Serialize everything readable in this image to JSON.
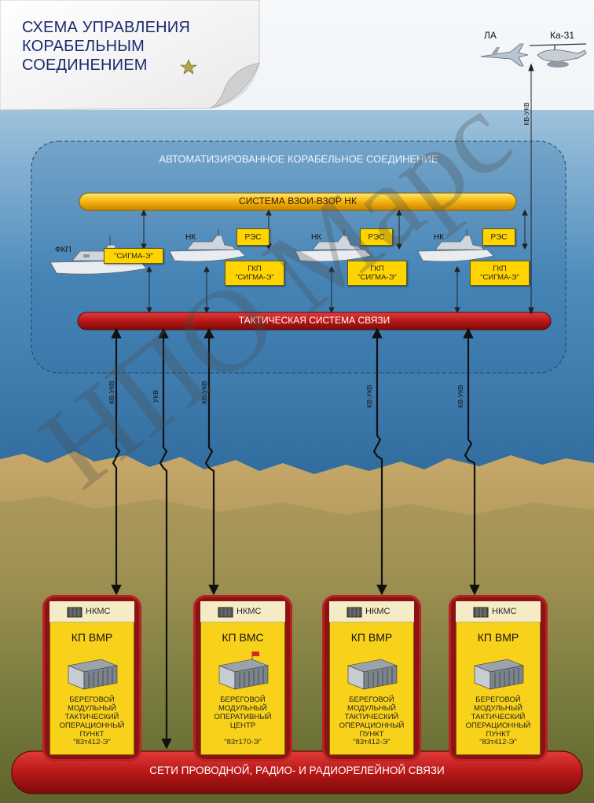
{
  "title": [
    "СХЕМА УПРАВЛЕНИЯ",
    "КОРАБЕЛЬНЫМ",
    "СОЕДИНЕНИЕМ"
  ],
  "aircraft": {
    "la": "ЛА",
    "ka31": "Ка-31"
  },
  "link_labels": {
    "air": "КВ-УКВ",
    "kv_ukv": "КВ-УКВ",
    "ukv": "УКВ"
  },
  "group": {
    "title": "АВТОМАТИЗИРОВАННОЕ КОРАБЕЛЬНОЕ СОЕДИНЕНИЕ",
    "vzoi": "СИСТЕМА ВЗОИ-ВЗОР НК",
    "tactical": "ТАКТИЧЕСКАЯ СИСТЕМА СВЯЗИ"
  },
  "ships": [
    {
      "label": "ФКП",
      "box": "\"СИГМА-Э\""
    },
    {
      "label": "НК",
      "res": "РЭС",
      "gkp": "ГКП",
      "box": "\"СИГМА-Э\""
    },
    {
      "label": "НК",
      "res": "РЭС",
      "gkp": "ГКП",
      "box": "\"СИГМА-Э\""
    },
    {
      "label": "НК",
      "res": "РЭС",
      "gkp": "ГКП",
      "box": "\"СИГМА-Э\""
    }
  ],
  "command_posts": [
    {
      "nkms": "НКМС",
      "title": "КП ВМР",
      "desc": [
        "БЕРЕГОВОЙ",
        "МОДУЛЬНЫЙ",
        "ТАКТИЧЕСКИЙ",
        "ОПЕРАЦИОННЫЙ",
        "ПУНКТ"
      ],
      "code": "\"83т412-Э\""
    },
    {
      "nkms": "НКМС",
      "title": "КП ВМС",
      "desc": [
        "БЕРЕГОВОЙ",
        "МОДУЛЬНЫЙ",
        "ОПЕРАТИВНЫЙ",
        "ЦЕНТР"
      ],
      "code": "\"83т170-Э\""
    },
    {
      "nkms": "НКМС",
      "title": "КП ВМР",
      "desc": [
        "БЕРЕГОВОЙ",
        "МОДУЛЬНЫЙ",
        "ТАКТИЧЕСКИЙ",
        "ОПЕРАЦИОННЫЙ",
        "ПУНКТ"
      ],
      "code": "\"83т412-Э\""
    },
    {
      "nkms": "НКМС",
      "title": "КП ВМР",
      "desc": [
        "БЕРЕГОВОЙ",
        "МОДУЛЬНЫЙ",
        "ТАКТИЧЕСКИЙ",
        "ОПЕРАЦИОННЫЙ",
        "ПУНКТ"
      ],
      "code": "\"83т412-Э\""
    }
  ],
  "network": "СЕТИ ПРОВОДНОЙ, РАДИО- И РАДИОРЕЛЕЙНОЙ СВЯЗИ",
  "watermark": "НПО Марс",
  "colors": {
    "title": "#1b2a6e",
    "yellow": "#ffd400",
    "red": "#b81818",
    "sea": "#3f7fb3"
  }
}
